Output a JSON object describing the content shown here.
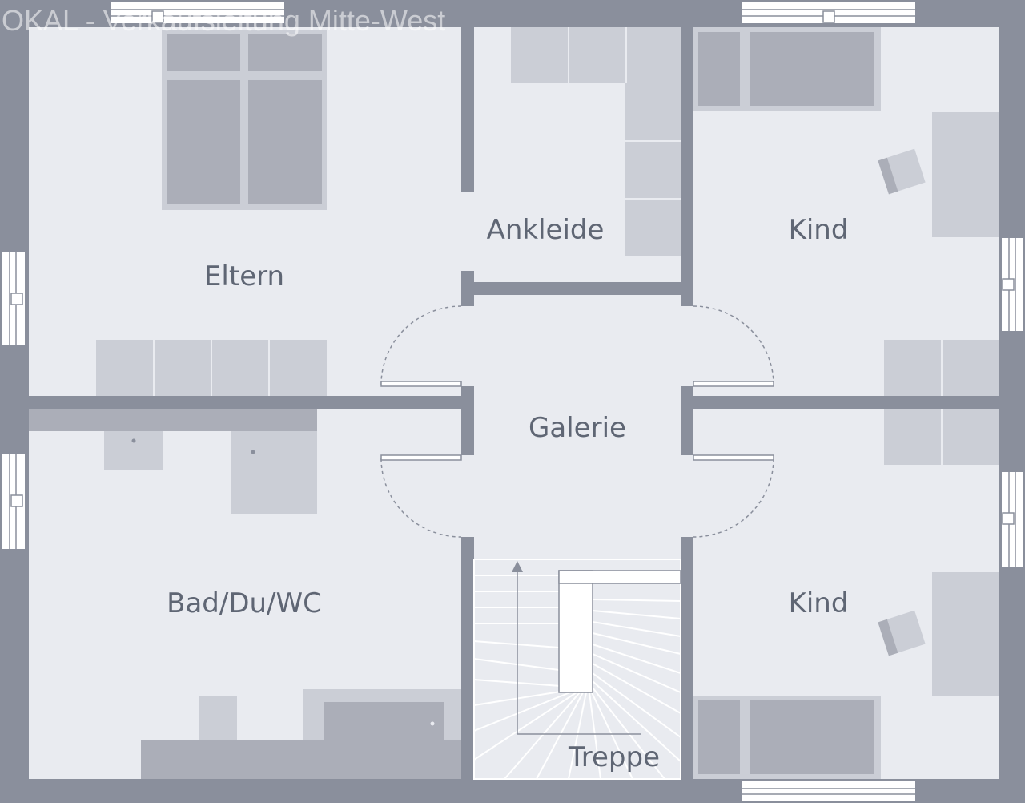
{
  "watermark": "OKAL - Verkaufsleitung Mitte-West",
  "rooms": {
    "eltern": "Eltern",
    "ankleide": "Ankleide",
    "kind_top": "Kind",
    "galerie": "Galerie",
    "bad": "Bad/Du/WC",
    "kind_bottom": "Kind",
    "treppe": "Treppe"
  },
  "colors": {
    "wall": "#8a8f9c",
    "floor": "#e9ebf0",
    "furniture": "#cbced6",
    "furniture_dark": "#abaeb8",
    "label": "#5f6674",
    "line": "#8a8f9c"
  },
  "icons": {
    "stair_direction": "arrow-up-icon"
  }
}
